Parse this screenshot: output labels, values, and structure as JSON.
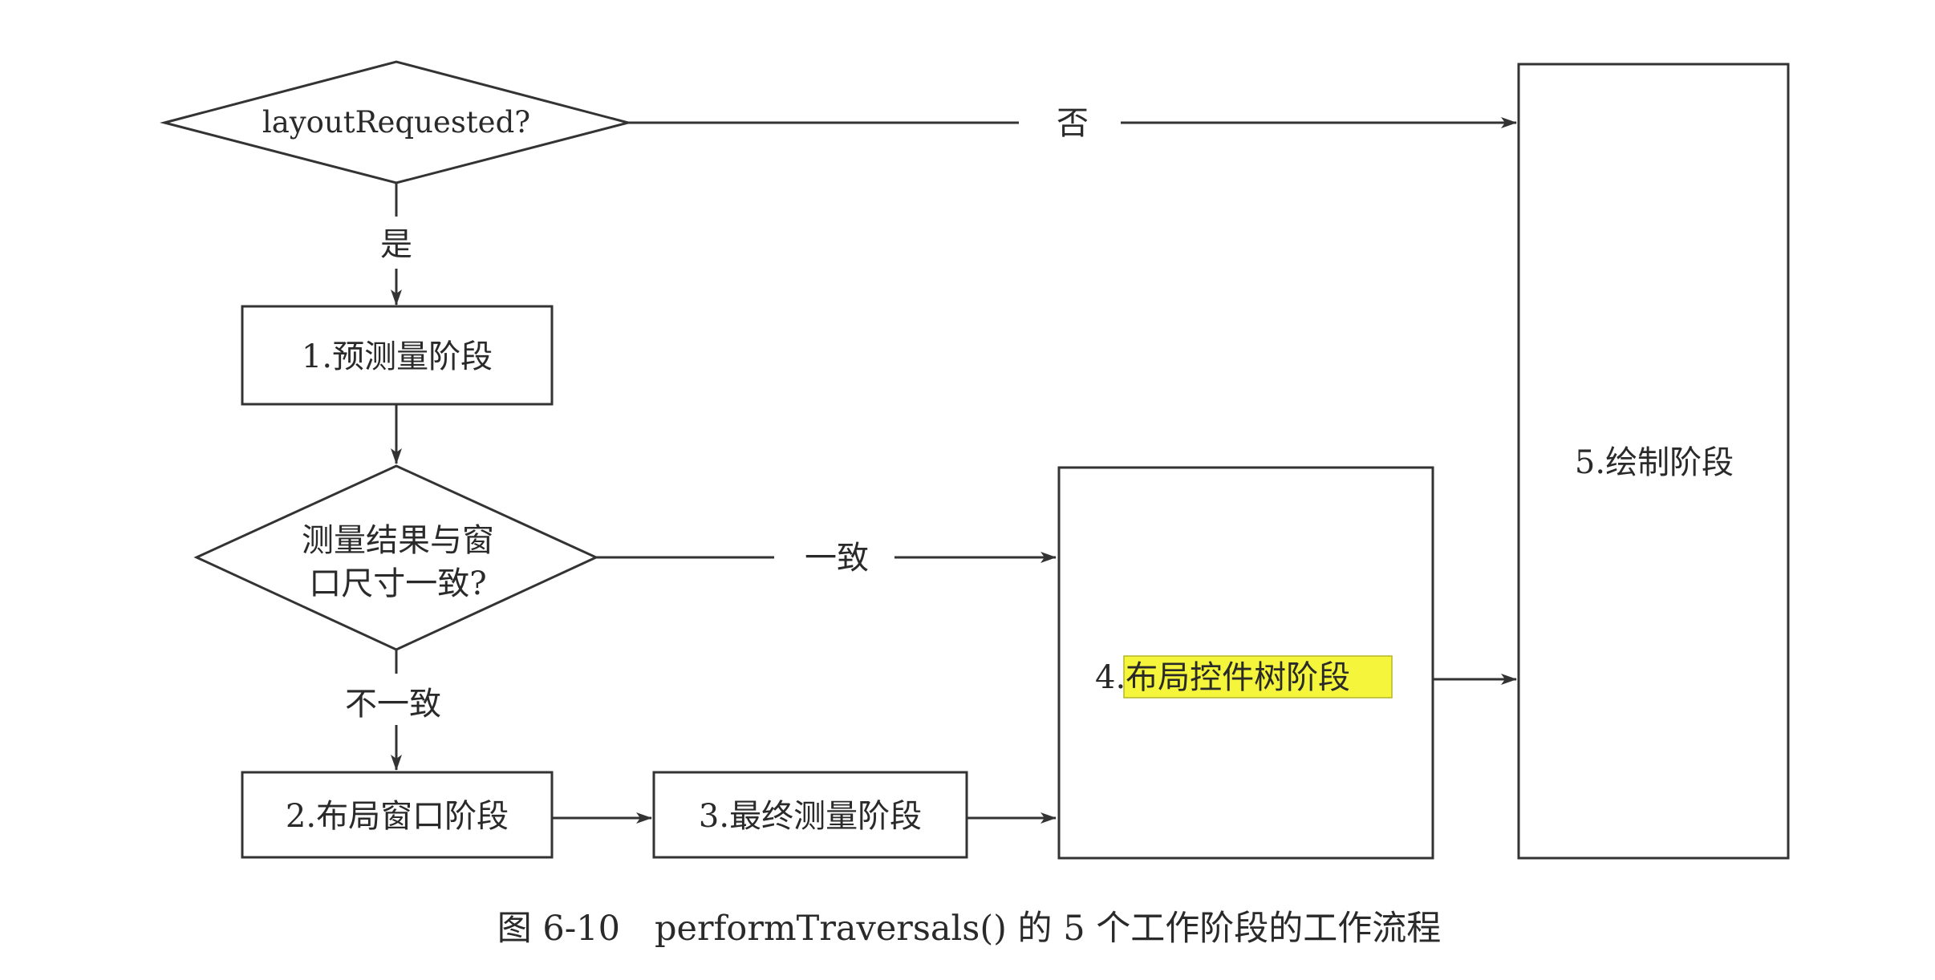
{
  "diagram": {
    "decision_layout": "layoutRequested?",
    "decision_measure_line1": "测量结果与窗",
    "decision_measure_line2": "口尺寸一致?",
    "stage1": "1.预测量阶段",
    "stage2": "2.布局窗口阶段",
    "stage3": "3.最终测量阶段",
    "stage4_prefix": "4.",
    "stage4_highlight": "布局控件树阶段",
    "stage5": "5.绘制阶段",
    "edge_no": "否",
    "edge_yes": "是",
    "edge_match": "一致",
    "edge_mismatch": "不一致",
    "highlight_color": "#f5f53c"
  },
  "caption": {
    "text": "图 6-10　performTraversals() 的 5 个工作阶段的工作流程"
  }
}
